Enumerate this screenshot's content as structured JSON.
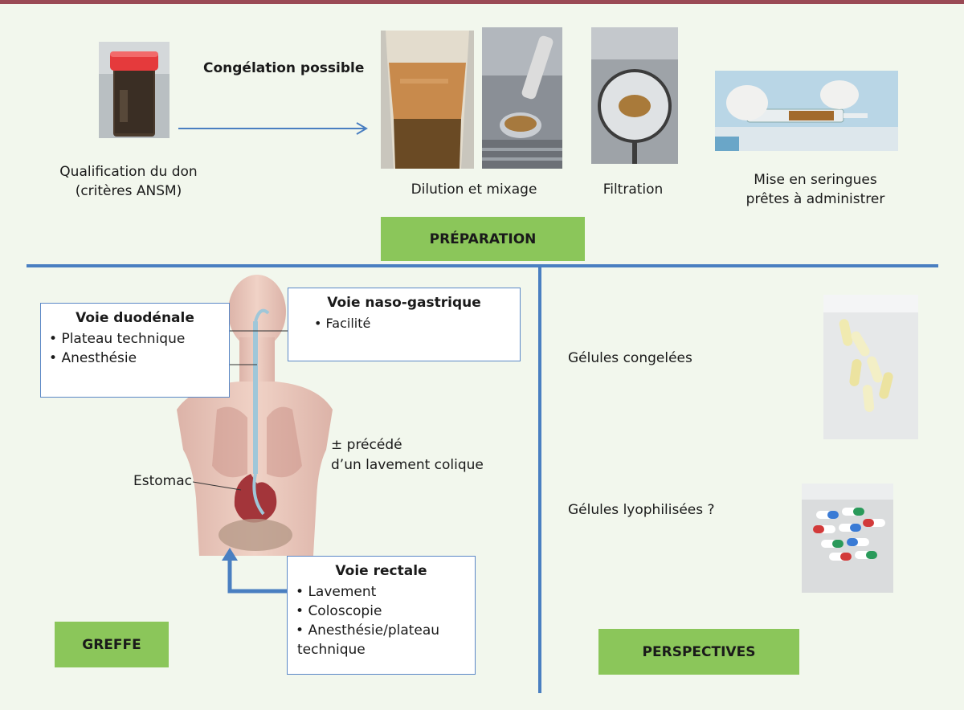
{
  "preparation": {
    "freezing_note": "Congélation possible",
    "steps": [
      {
        "caption_line1": "Qualification du don",
        "caption_line2": "(critères ANSM)"
      },
      {
        "caption_line1": "Dilution et mixage"
      },
      {
        "caption_line1": "Filtration"
      },
      {
        "caption_line1": "Mise en seringues",
        "caption_line2": "prêtes à administrer"
      }
    ],
    "label": "PRÉPARATION"
  },
  "greffe": {
    "label": "GREFFE",
    "duodenal": {
      "title": "Voie duodénale",
      "items": [
        "Plateau technique",
        "Anesthésie"
      ]
    },
    "nasogastric": {
      "title": "Voie naso-gastrique",
      "items": [
        "Facilité"
      ]
    },
    "rectal": {
      "title": "Voie rectale",
      "items": [
        "Lavement",
        "Coloscopie",
        "Anesthésie/plateau",
        "technique"
      ]
    },
    "stomach_label": "Estomac",
    "enema_note_line1": "± précédé",
    "enema_note_line2": "d’un lavement colique"
  },
  "perspectives": {
    "label": "PERSPECTIVES",
    "frozen_capsules": "Gélules congelées",
    "lyophilized_capsules": "Gélules lyophilisées ?"
  },
  "colors": {
    "accent_blue": "#4a7fc1",
    "label_green": "#8bc65a",
    "top_bar": "#9a4a55",
    "background": "#f2f7ed"
  }
}
